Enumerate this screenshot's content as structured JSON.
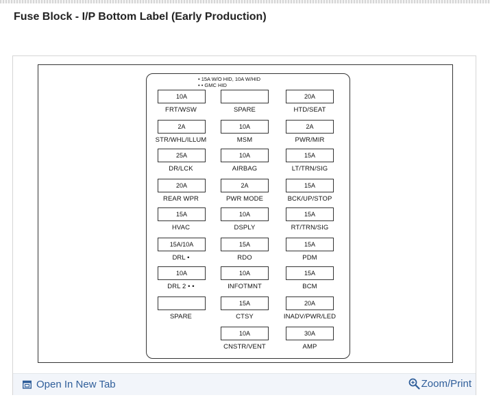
{
  "page": {
    "title": "Fuse Block - I/P Bottom Label (Early Production)"
  },
  "diagram": {
    "legend": [
      "• 15A W/O HID, 10A W/HID",
      "• • GMC HID"
    ],
    "fuses": [
      {
        "rating": "10A",
        "label": "FRT/WSW"
      },
      {
        "rating": "",
        "label": "SPARE"
      },
      {
        "rating": "20A",
        "label": "HTD/SEAT"
      },
      {
        "rating": "2A",
        "label": "STR/WHL/ILLUM"
      },
      {
        "rating": "10A",
        "label": "MSM"
      },
      {
        "rating": "2A",
        "label": "PWR/MIR"
      },
      {
        "rating": "25A",
        "label": "DR/LCK"
      },
      {
        "rating": "10A",
        "label": "AIRBAG"
      },
      {
        "rating": "15A",
        "label": "LT/TRN/SIG"
      },
      {
        "rating": "20A",
        "label": "REAR WPR"
      },
      {
        "rating": "2A",
        "label": "PWR MODE"
      },
      {
        "rating": "15A",
        "label": "BCK/UP/STOP"
      },
      {
        "rating": "15A",
        "label": "HVAC"
      },
      {
        "rating": "10A",
        "label": "DSPLY"
      },
      {
        "rating": "15A",
        "label": "RT/TRN/SIG"
      },
      {
        "rating": "15A/10A",
        "label": "DRL •"
      },
      {
        "rating": "15A",
        "label": "RDO"
      },
      {
        "rating": "15A",
        "label": "PDM"
      },
      {
        "rating": "10A",
        "label": "DRL 2 • •"
      },
      {
        "rating": "10A",
        "label": "INFOTMNT"
      },
      {
        "rating": "15A",
        "label": "BCM"
      },
      {
        "rating": "",
        "label": "SPARE"
      },
      {
        "rating": "15A",
        "label": "CTSY"
      },
      {
        "rating": "20A",
        "label": "INADV/PWR/LED"
      },
      {
        "rating": "10A",
        "label": "CNSTR/VENT"
      },
      {
        "rating": "30A",
        "label": "AMP"
      }
    ]
  },
  "footer": {
    "open_label": "Open In New Tab",
    "zoom_label": "Zoom/Print"
  },
  "colors": {
    "link": "#2f5e9a",
    "footer_bg": "#f2f5fa",
    "line": "#333333"
  }
}
